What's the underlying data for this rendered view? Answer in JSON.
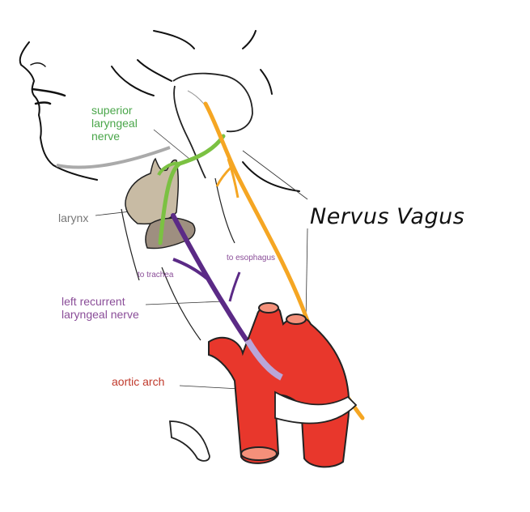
{
  "diagram": {
    "title": "Nervus Vagus",
    "labels": {
      "superior_laryngeal_nerve": [
        "superior",
        "laryngeal",
        "nerve"
      ],
      "larynx": "larynx",
      "to_trachea": "to trachea",
      "to_esophagus": "to esophagus",
      "left_recurrent_laryngeal_nerve": [
        "left recurrent",
        "laryngeal nerve"
      ],
      "aortic_arch": "aortic arch"
    },
    "colors": {
      "vagus_nerve": "#f5a623",
      "superior_laryngeal_nerve": "#7bc142",
      "recurrent_laryngeal_nerve": "#5b2a86",
      "larynx": "#c8bba4",
      "cricoid": "#9e8f80",
      "aorta": "#e8372c",
      "aorta_lumen": "#f4907a",
      "ligamentum": "#b9a6d9",
      "label_green": "#4aa64a",
      "label_purple": "#8a4d98",
      "label_red": "#c0392b",
      "label_gray": "#777777"
    }
  }
}
